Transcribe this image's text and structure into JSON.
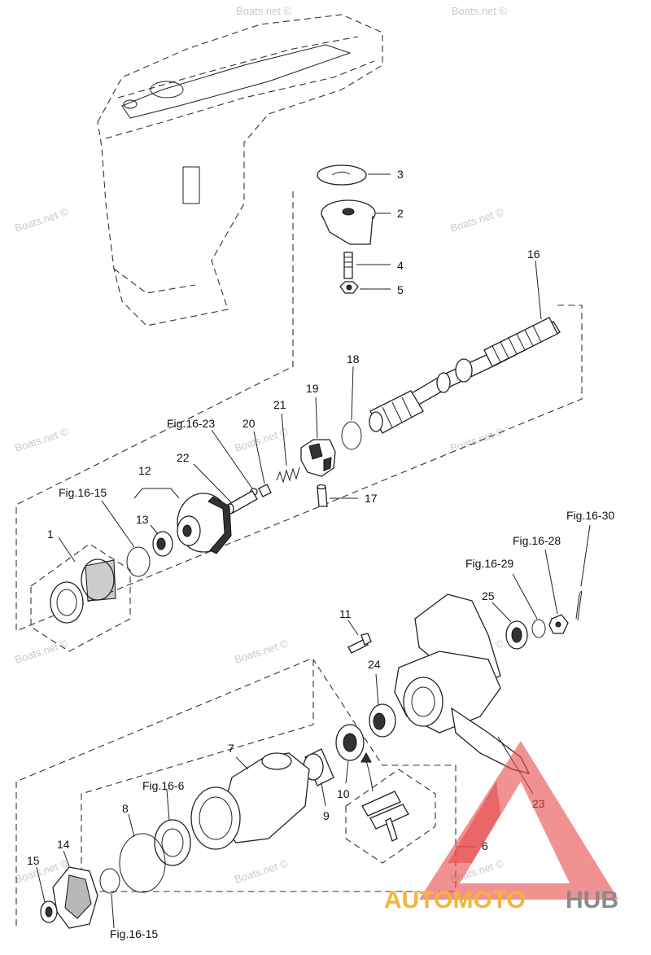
{
  "watermark": "Boats.net ©",
  "labels": {
    "l1": "1",
    "l2": "2",
    "l3": "3",
    "l4": "4",
    "l5": "5",
    "l6": "6",
    "l7": "7",
    "l8": "8",
    "l9": "9",
    "l10": "10",
    "l11": "11",
    "l12": "12",
    "l13": "13",
    "l14": "14",
    "l15": "15",
    "l16": "16",
    "l17": "17",
    "l18": "18",
    "l19": "19",
    "l20": "20",
    "l21": "21",
    "l22": "22",
    "l23": "23",
    "l24": "24",
    "l25": "25",
    "fig16_23": "Fig.16-23",
    "fig16_15a": "Fig.16-15",
    "fig16_15b": "Fig.16-15",
    "fig16_6": "Fig.16-6",
    "fig16_29": "Fig.16-29",
    "fig16_28": "Fig.16-28",
    "fig16_30": "Fig.16-30"
  },
  "brand": {
    "part1": "AUTOMOTO",
    "part2": "HUB",
    "color1": "#f2b53c",
    "color2": "#8a8a8a",
    "logo_color": "#e84a4a"
  }
}
